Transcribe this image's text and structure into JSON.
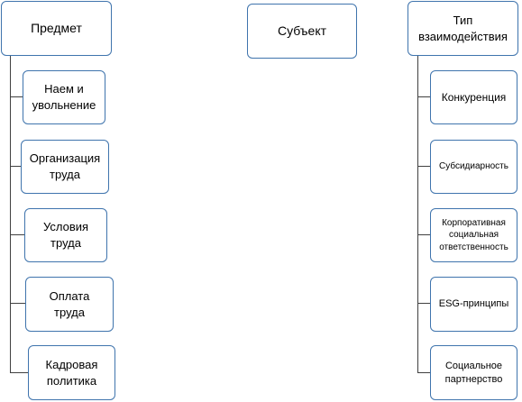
{
  "columns": {
    "subject_matter": {
      "header": "Предмет",
      "items": [
        "Наем и\nувольнение",
        "Организация\nтруда",
        "Условия\nтруда",
        "Оплата\nтруда",
        "Кадровая\nполитика"
      ]
    },
    "subject": {
      "header": "Субъект"
    },
    "interaction_type": {
      "header": "Тип\nвзаимодействия",
      "items": [
        "Конкуренция",
        "Субсидиарность",
        "Корпоративная\nсоциальная\nответственность",
        "ESG-принципы",
        "Социальное\nпартнерство"
      ]
    }
  }
}
